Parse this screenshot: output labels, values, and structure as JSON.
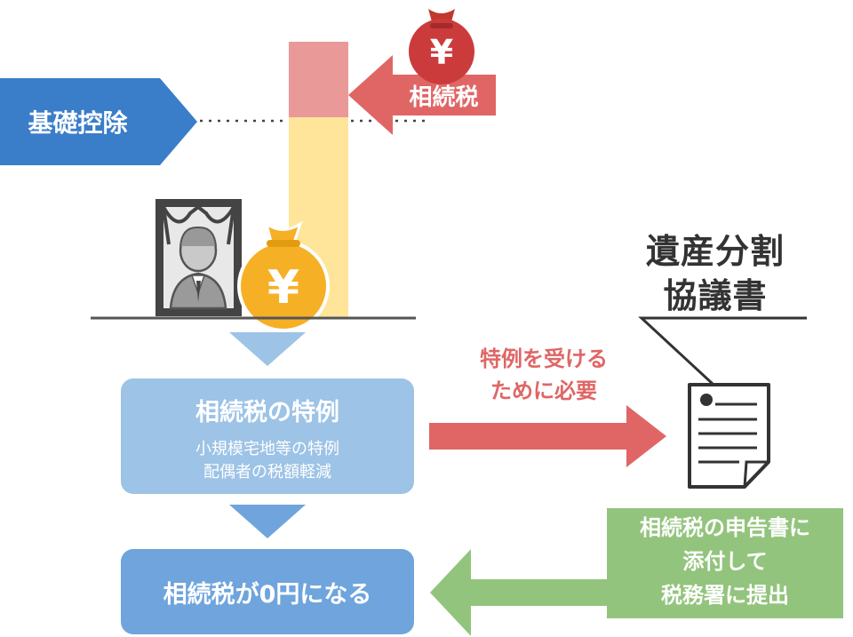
{
  "diagram": {
    "basic_deduction": "基礎控除",
    "inheritance_tax_tag": "相続税",
    "document_title_line1": "遺産分割",
    "document_title_line2": "協議書",
    "yen_symbol": "¥",
    "special_box": {
      "title": "相続税の特例",
      "line1": "小規模宅地等の特例",
      "line2": "配偶者の税額軽減"
    },
    "result_box": "相続税が0円になる",
    "red_note": {
      "line1": "特例を受ける",
      "line2": "ために必要"
    },
    "green_box": {
      "line1": "相続税の申告書に",
      "line2": "添付して",
      "line3": "税務署に提出"
    },
    "colors": {
      "blue_dark": "#3a7dc9",
      "blue_light": "#9dc3e6",
      "blue_mid": "#6fa4dd",
      "red": "#e06666",
      "pink": "#ea9999",
      "yellow_bar": "#ffe599",
      "gold": "#f6b026",
      "green": "#93c47d",
      "gray": "#333333"
    }
  }
}
